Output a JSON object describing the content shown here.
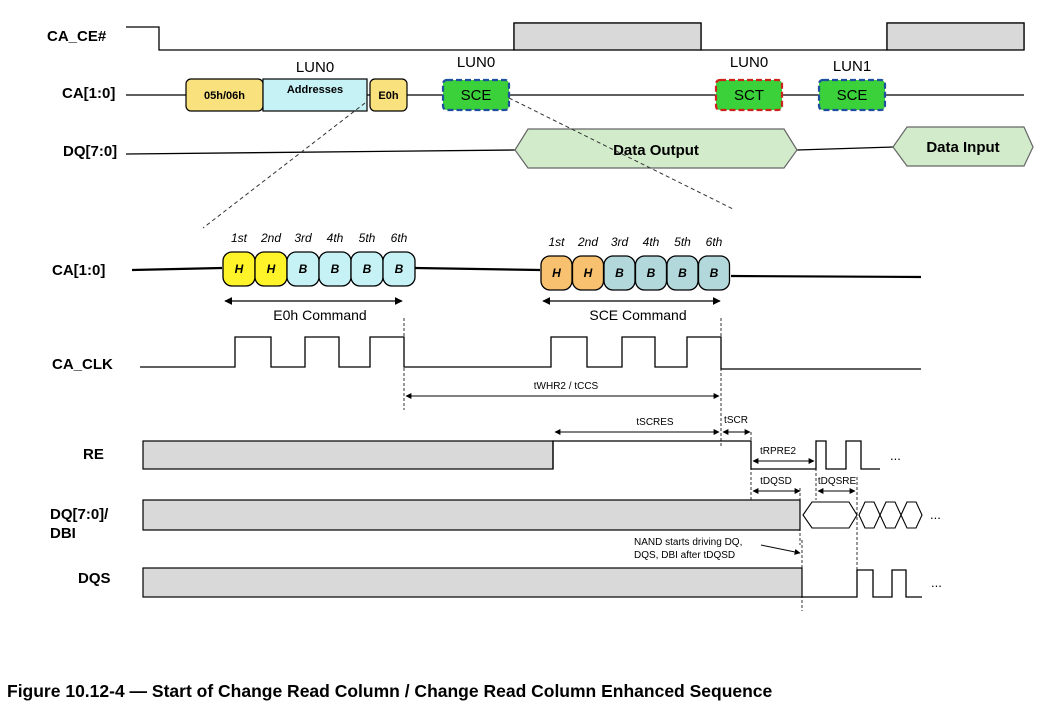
{
  "signals": {
    "ca_ce": "CA_CE#",
    "ca_top": "CA[1:0]",
    "dq_top": "DQ[7:0]",
    "ca_zoom": "CA[1:0]",
    "ca_clk": "CA_CLK",
    "re": "RE",
    "dq_dbi_1": "DQ[7:0]/",
    "dq_dbi_2": "DBI",
    "dqs": "DQS"
  },
  "top_row": {
    "boxes": [
      "05h/06h",
      "Addresses",
      "E0h"
    ],
    "lun_addresses": "LUN0",
    "sce1": {
      "lun": "LUN0",
      "label": "SCE"
    },
    "sct": {
      "lun": "LUN0",
      "label": "SCT"
    },
    "sce2": {
      "lun": "LUN1",
      "label": "SCE"
    },
    "data_output": "Data Output",
    "data_input": "Data Input"
  },
  "zoom": {
    "ordinals": [
      "1st",
      "2nd",
      "3rd",
      "4th",
      "5th",
      "6th"
    ],
    "cycles": [
      "H",
      "H",
      "B",
      "B",
      "B",
      "B"
    ],
    "e0h_command": "E0h Command",
    "sce_command": "SCE Command"
  },
  "timing": {
    "twhr2": "tWHR2 / tCCS",
    "tscres": "tSCRES",
    "tscr": "tSCR",
    "trpre2": "tRPRE2",
    "tdqsd": "tDQSD",
    "tdqsre": "tDQSRE",
    "ellipsis": "..."
  },
  "note": {
    "line1": "NAND starts driving DQ,",
    "line2": "DQS, DBI after tDQSD"
  },
  "caption": "Figure 10.12-4 — Start of Change Read Column / Change Read Column Enhanced Sequence",
  "colors": {
    "yellow": "#f9e27e",
    "cyan": "#c6f2f6",
    "green": "#3ad13a",
    "light_green": "#d2eccb",
    "gray": "#d9d9d9",
    "orange": "#f7c16f",
    "teal": "#b3d8dc",
    "bright_yellow": "#fff32a"
  }
}
